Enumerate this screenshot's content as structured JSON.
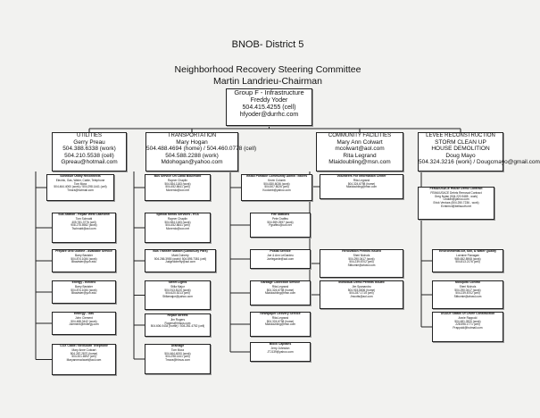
{
  "header": {
    "title": "BNOB- District 5",
    "committee": "Neighborhood Recovery Steering Committee",
    "chair": "Martin Landrieu-Chairman"
  },
  "root": {
    "lines": [
      "Group F - Infrastructure",
      "Freddy Yoder",
      "504.415.4255 (cell)",
      "hfyoder@durrhc.com"
    ]
  },
  "columns": [
    {
      "id": "utilities",
      "header": [
        "UTILITIES",
        "Gerry Preau",
        "504.388.6338 (work)",
        "504.210.5538 (cell)",
        "Gpreau@hotmail.com"
      ],
      "items": [
        [
          "Schedule Utility Reconnects",
          "Electric, Gas, Water, Cable, Telephone",
          "Tom Mora",
          "504.464.4000 (work) / 504.298.1441 (cell)",
          "Tmora@hotmail.com"
        ],
        [
          "Sub-Station - Repair West Lakeview",
          "Tom Schnabl",
          "405.781.3776 (cell)",
          "908.275.5982 (work)",
          "Tschnabl@aol.com"
        ],
        [
          "Prepare Grid Outline - Available Service",
          "Barry Bavister",
          "504.874.1084 (work)",
          "Bbavister@yoh.edu"
        ],
        [
          "Energy - Electric",
          "Barry Bavister",
          "504.874.1084 (work)",
          "Bbavister@yoh.edu"
        ],
        [
          "Entergy - Gas",
          "John Clement",
          "504.488.3442 (work)",
          "Jclement@entergy.com"
        ],
        [
          "COX Cable / BellSouth Telephone",
          "Mary Anne Colwart",
          "504.287.2870 (home)",
          "504.301.6592 (cell)",
          "Maryannecolwart@aol.com"
        ]
      ]
    },
    {
      "id": "transportation",
      "header": [
        "TRANSPORTATION",
        "Mary Hogan",
        "504.488.4694 (home) / 504.460.0778 (cell)",
        "504.588.2288 (work)",
        "Mdohogan@yahoo.com"
      ],
      "items": [
        [
          "Bus Service On Canal Boulevard",
          "Rayner Chaplin",
          "504.834.1183 (work)",
          "504.452.8641 (cell)",
          "Mcnerdo@cox.net"
        ],
        [
          "Special Needs Services - RTA",
          "Rayner Chaplin",
          "504.834.1183 (work)",
          "504.452.8641 (cell)",
          "Mcnerdo@cox.net"
        ],
        [
          "Bus Transfer Station (Canal/City Park)",
          "Mark Doherty",
          "504.286.3955 (work)/ 504.895.7381 (cell)",
          "Judgedoherty@aol.com"
        ],
        [
          "Street Lights",
          "Stilla Major",
          "504.913.8120 (work)",
          "504.620.5213 (cell)",
          "Stillamajor@yahoo.com"
        ],
        [
          "Repair Streets",
          "Jim Rogers",
          "Rogers@hhsus.com",
          "504.606.0434 (home) / 504.281.4752 (cell)"
        ],
        [
          "Drainage",
          "Tom Mora",
          "504.464.4000 (work)",
          "504.298.1441 (cell)",
          "Tmora@hhsus.com"
        ]
      ]
    },
    {
      "id": "community",
      "header": [
        "COMMUNITY FACILITIES",
        "Mary Ann Colwart",
        "mcolwart@aol.com",
        "Rita Legrand",
        "Mlaidoubling@msn.com"
      ],
      "items": [
        [
          "Install Portable Community Admin Trailers",
          "Kevin Colomb",
          "504.830.6036 (work)",
          "504.507.8026 (cell)",
          "Kcolomb@yahoo.com"
        ],
        [
          "Fire Stations",
          "Pete Graffeo",
          "504.559.2597 (work)",
          "Pgraffeo@cox.net"
        ],
        [
          "Postal Service",
          "Joe & Ann LeGardeu",
          "Joelegarde@aol.com"
        ],
        [
          "Garbage Collection Service",
          "Rita Legrand",
          "504.324.6798 (home)",
          "Mlaidoubling@msn.com"
        ],
        [
          "Newspaper Delivery Service",
          "Rita Legrand",
          "504.324.6798 (home)",
          "Mlaidoubling@msn.com"
        ],
        [
          "Block Captains",
          "Jerry Johnston",
          "JTJ139@yahoo.com"
        ]
      ],
      "sub_items": [
        [
          "Volunteers For Information Center",
          "Rita Legrand",
          "504.324.6798 (home)",
          "Mlaidoubling@msn.com"
        ],
        [
          "Renovation Permits Issued",
          "Sheri Nichols",
          "504.290.0417 (work)",
          "504.239.8702 (cell)",
          "Stlbomie@ahowl.com"
        ],
        [
          "Individual Demo Permits Issued",
          "Jim Spanandro",
          "504.915.6806 (home)",
          "504.287.1715 (cell)",
          "Jmcotts@aol.com"
        ]
      ]
    },
    {
      "id": "levee",
      "header": [
        "LEVEE RECONSTRUCTION",
        "STORM CLEAN UP",
        "HOUSE DEMOLITION",
        "Doug Mayo",
        "504.324.3216 (work) / Dougcmayo@gmail.com"
      ],
      "items": [
        [
          "FEMA/USACE House Demo Contract",
          "FEMA/USACE Debris Removal Contract",
          "Greg Nolan (504.220.9485 - work)",
          "Gnolan@yahoo.com",
          "Erick Ventura (504.250.7236 - work)",
          "Evntrmct@bellsouth.net"
        ],
        [
          "Environmental Air, Soil, & Water Quality",
          "Lorraine Flanagan",
          "985.652.8908 (work)",
          "504.813.2176 (cell)"
        ],
        [
          "Mosquito Control",
          "Sheri Nichols",
          "504.290.0417 (work)",
          "504.239.8702 (cell)",
          "Stlbomie@ahowl.com"
        ],
        [
          "USACE Status Of Levee Construction",
          "Annie Rappold",
          "504.481.2820 (work)",
          "228.596.1771 (cell)",
          "Prappold@hotmail.com"
        ]
      ]
    }
  ]
}
